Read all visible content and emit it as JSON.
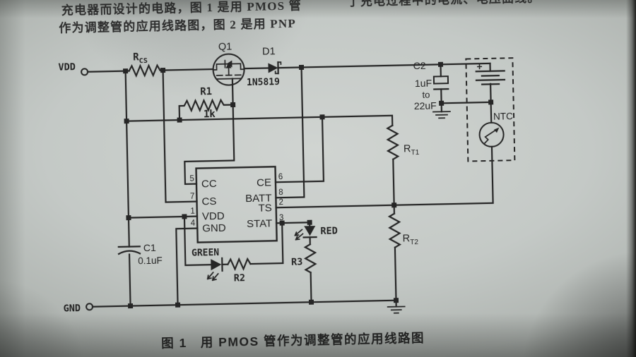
{
  "photo": {
    "article": {
      "left_line1": "充电器而设计的电路，图 1 是用 PMOS 管",
      "left_line2": "作为调整管的应用线路图，图 2 是用 PNP",
      "right_line": "了充电过程中的电流、电压曲线。"
    },
    "caption": "图 1　用 PMOS 管作为调整管的应用线路图"
  },
  "schematic": {
    "terminals": {
      "vdd": "VDD",
      "gnd": "GND"
    },
    "rcs": {
      "base": "R",
      "sub": "CS"
    },
    "q1": {
      "ref": "Q1"
    },
    "d1": {
      "ref": "D1",
      "part": "1N5819"
    },
    "c2": {
      "ref": "C2",
      "val1": "1uF",
      "val2": "to",
      "val3": "22uF"
    },
    "battery": {
      "plus": "+"
    },
    "ntc": {
      "label": "NTC"
    },
    "rt1": {
      "base": "R",
      "sub": "T1"
    },
    "rt2": {
      "base": "R",
      "sub": "T2"
    },
    "r1": {
      "ref": "R1",
      "value": "1k"
    },
    "c1": {
      "ref": "C1",
      "value": "0.1uF"
    },
    "green_led": {
      "label": "GREEN"
    },
    "r2": {
      "ref": "R2"
    },
    "red_led": {
      "label": "RED"
    },
    "r3": {
      "ref": "R3"
    },
    "ic": {
      "pins_left": [
        {
          "num": "5",
          "name": "CC"
        },
        {
          "num": "7",
          "name": "CS"
        },
        {
          "num": "1",
          "name": "VDD"
        },
        {
          "num": "4",
          "name": "GND"
        }
      ],
      "pins_right": [
        {
          "num": "6",
          "name": "CE"
        },
        {
          "num": "8",
          "name": "BATT"
        },
        {
          "num": "2",
          "name": "TS"
        },
        {
          "num": "3",
          "name": "STAT"
        }
      ]
    },
    "ink": "#262626"
  }
}
